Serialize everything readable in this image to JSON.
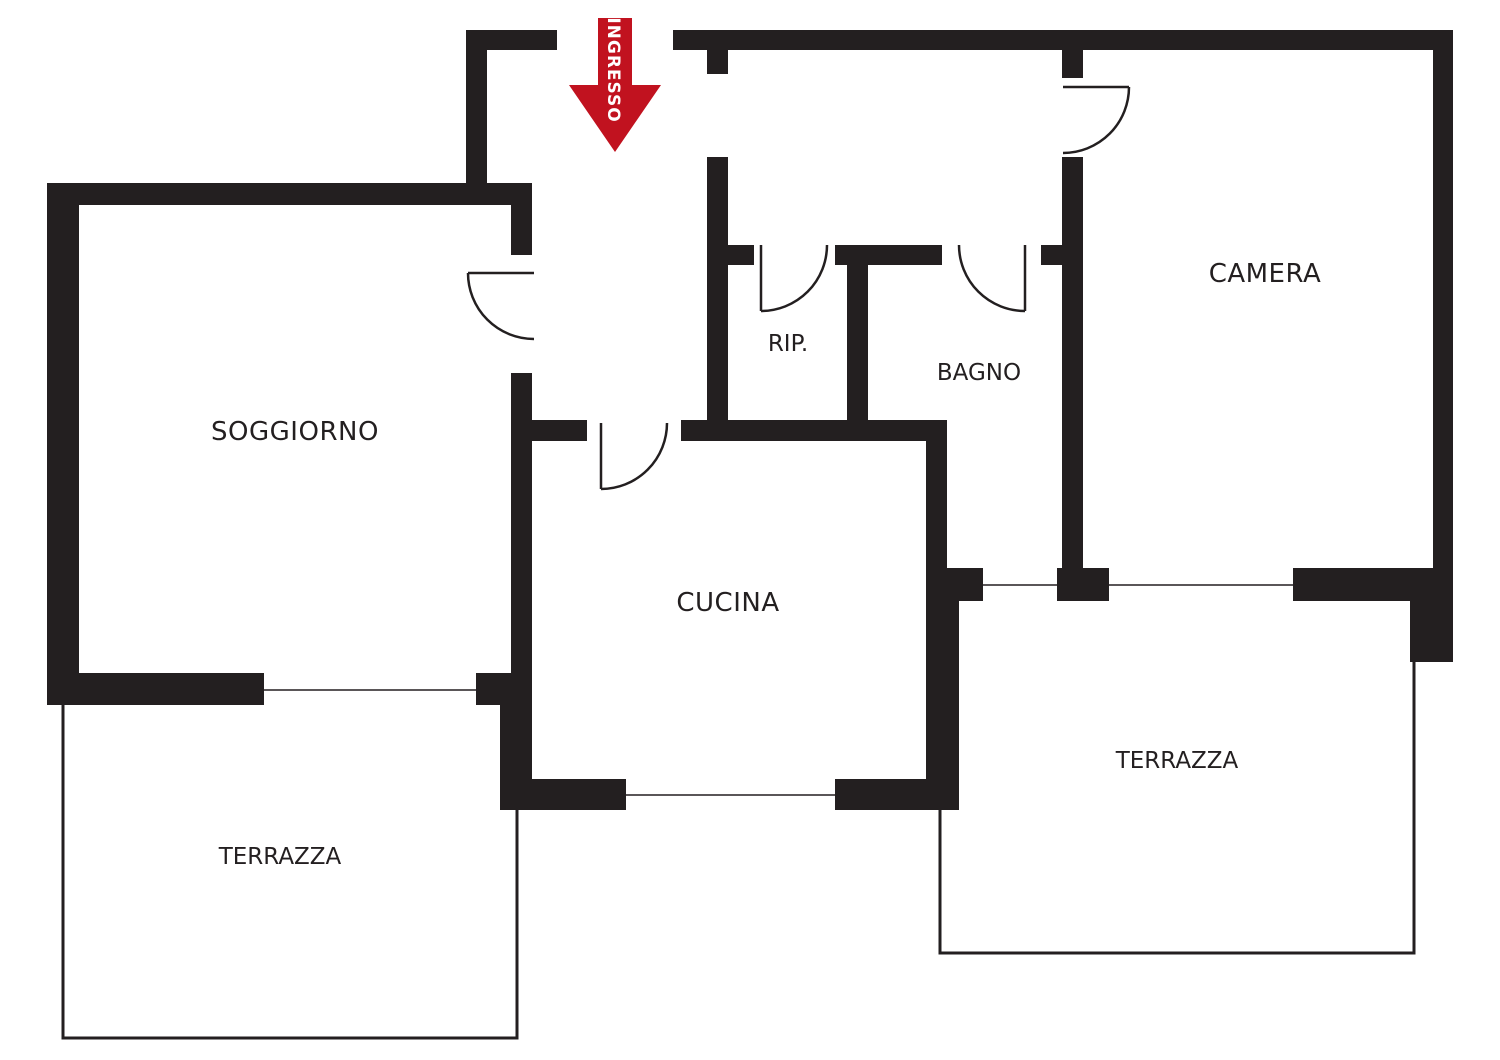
{
  "entrance": {
    "label": "INGRESSO",
    "arrow_color": "#c1121f"
  },
  "rooms": {
    "soggiorno": "SOGGIORNO",
    "cucina": "CUCINA",
    "ripostiglio": "RIP.",
    "bagno": "BAGNO",
    "camera": "CAMERA",
    "terrazza_left": "TERRAZZA",
    "terrazza_right": "TERRAZZA"
  },
  "colors": {
    "wall": "#231f20",
    "background": "#ffffff"
  }
}
